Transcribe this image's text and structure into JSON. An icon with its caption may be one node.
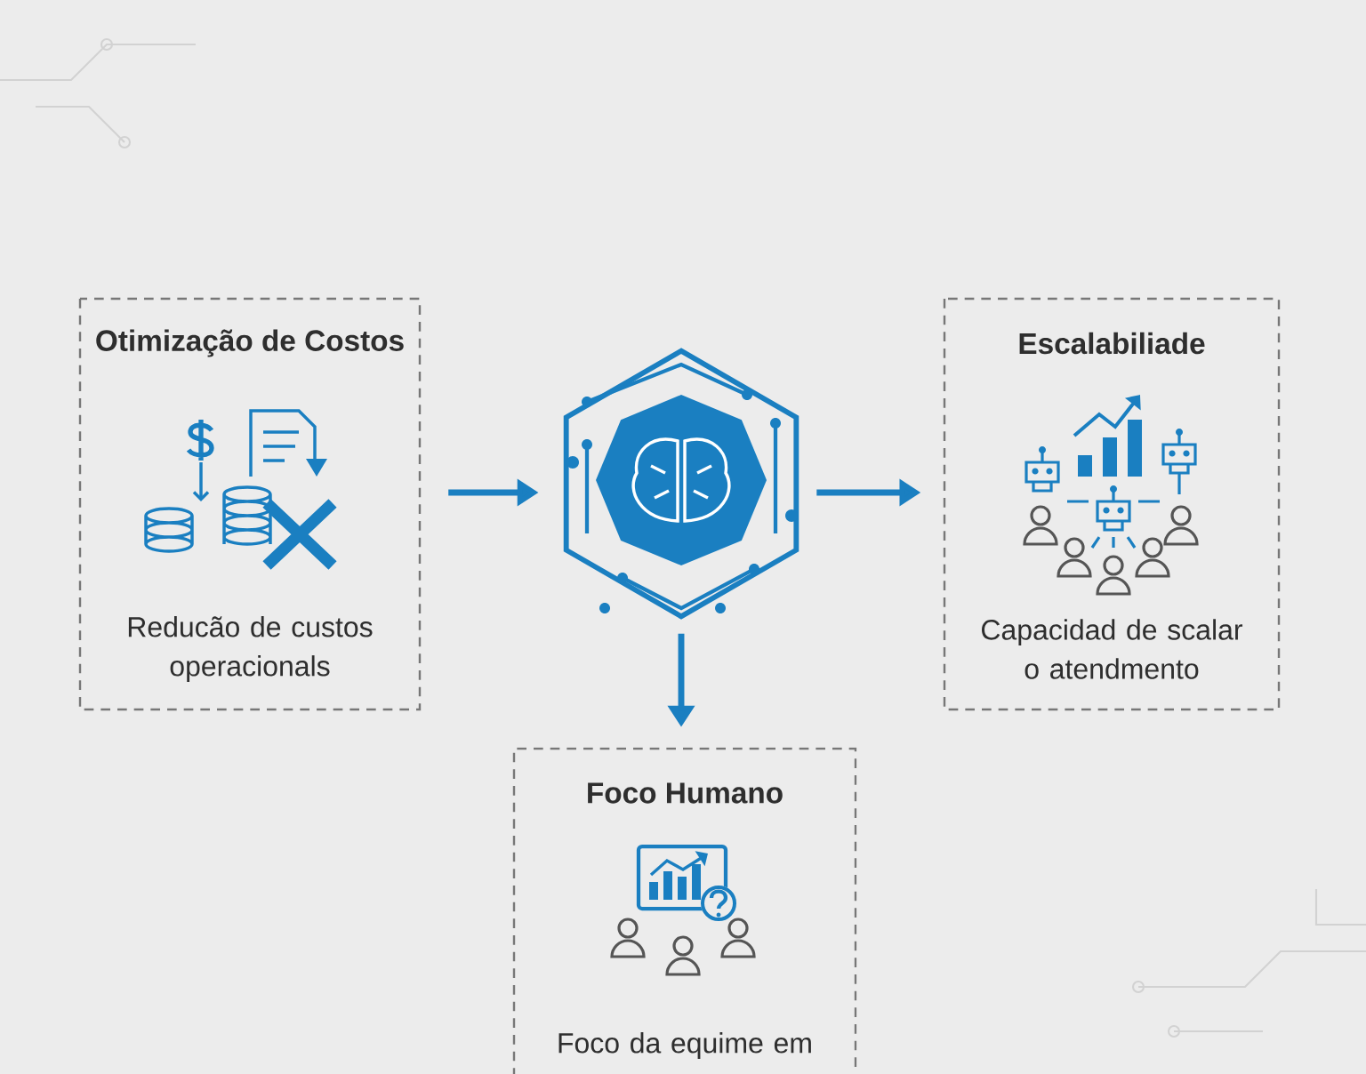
{
  "diagram": {
    "nodes": [
      {
        "text": [
          "Otimização de Costos",
          "Reducão de custos operacionals"
        ]
      },
      {
        "text": [],
        "shape": "hexagon"
      },
      {
        "text": [
          "Escalabiliade",
          "Capacidad de scalar o atendmento"
        ]
      },
      {
        "text": [
          "Foco Humano",
          "Foco da equime em"
        ]
      }
    ],
    "edges": [
      {
        "from": 0,
        "to": 1,
        "arrow": "to"
      },
      {
        "from": 1,
        "to": 2,
        "arrow": "to"
      },
      {
        "from": 1,
        "to": 3,
        "arrow": "to"
      }
    ]
  }
}
